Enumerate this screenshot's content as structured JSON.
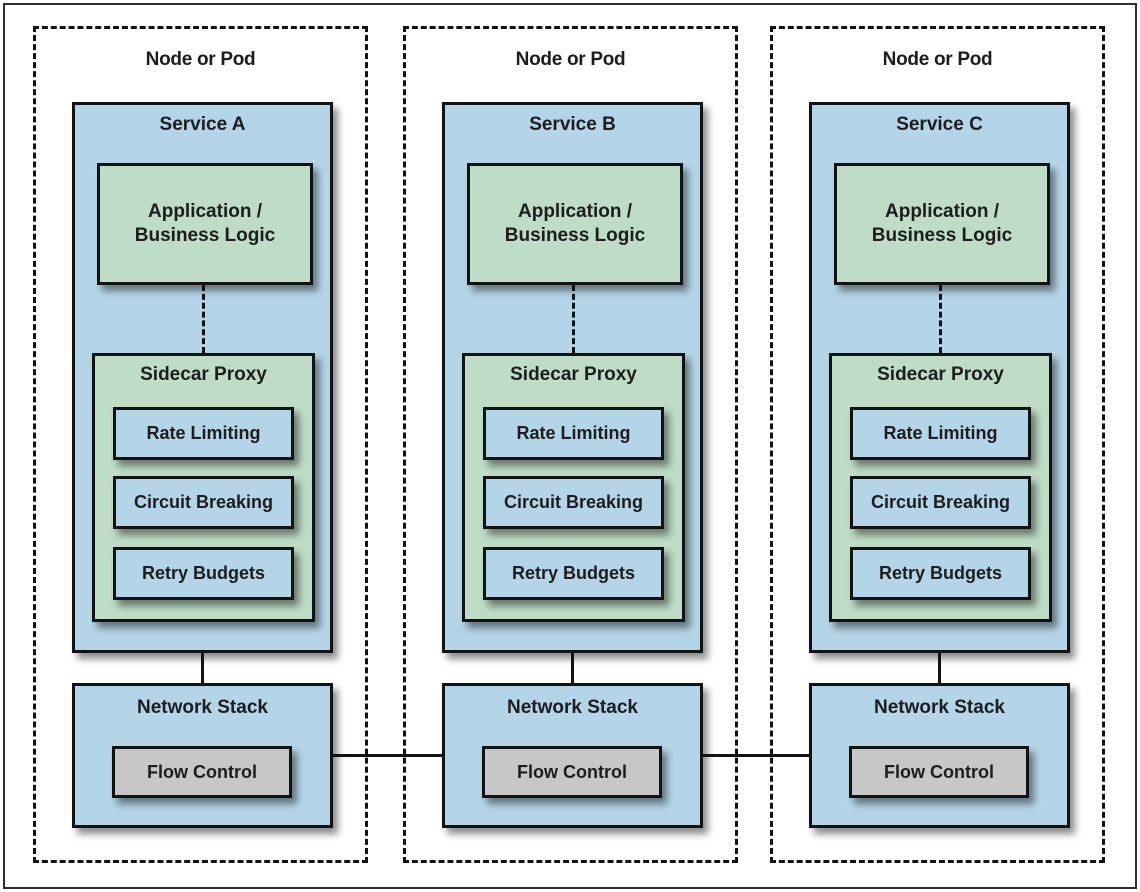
{
  "colors": {
    "service_fill": "#b4d5e8",
    "proxy_fill": "#bedcc6",
    "flow_fill": "#c7c7c7",
    "line": "#121212"
  },
  "pods": [
    {
      "label": "Node or Pod",
      "service": {
        "name": "Service A",
        "app_label": "Application / Business Logic",
        "sidecar": {
          "name": "Sidecar Proxy",
          "features": [
            "Rate Limiting",
            "Circuit Breaking",
            "Retry Budgets"
          ]
        }
      },
      "network": {
        "name": "Network Stack",
        "flow": "Flow Control"
      }
    },
    {
      "label": "Node or Pod",
      "service": {
        "name": "Service B",
        "app_label": "Application / Business Logic",
        "sidecar": {
          "name": "Sidecar Proxy",
          "features": [
            "Rate Limiting",
            "Circuit Breaking",
            "Retry Budgets"
          ]
        }
      },
      "network": {
        "name": "Network Stack",
        "flow": "Flow Control"
      }
    },
    {
      "label": "Node or Pod",
      "service": {
        "name": "Service C",
        "app_label": "Application / Business Logic",
        "sidecar": {
          "name": "Sidecar Proxy",
          "features": [
            "Rate Limiting",
            "Circuit Breaking",
            "Retry Budgets"
          ]
        }
      },
      "network": {
        "name": "Network Stack",
        "flow": "Flow Control"
      }
    }
  ]
}
